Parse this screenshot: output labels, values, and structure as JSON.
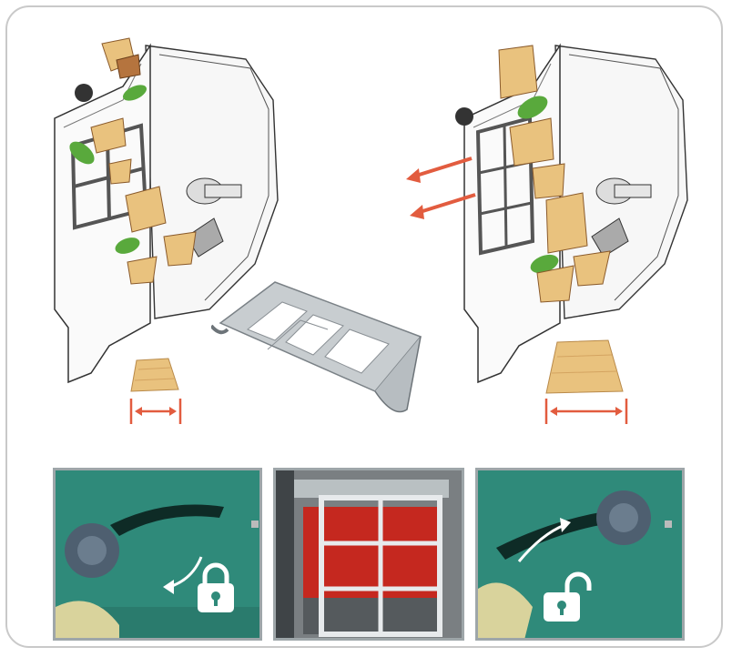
{
  "colors": {
    "arrow": "#e25c3f",
    "wood_light": "#e9c27e",
    "wood_dark": "#b5743e",
    "leaf": "#59a93c",
    "machine_teal": "#2f8a7a",
    "frame_border": "#c9c9c9",
    "photo_border": "#9ea6a9",
    "icon_white": "#ffffff"
  },
  "illustrations": {
    "left_chipper": "chipper-with-grid-small-chips",
    "right_chipper": "chipper-with-grid-removed-large-chips",
    "grid_part": "screen-grid-insert"
  },
  "chip_size_indicators": {
    "small": "small-chip-width-arrow",
    "large": "large-chip-width-arrow"
  },
  "photos": {
    "left": {
      "icon": "lock-closed-icon",
      "state": "locked"
    },
    "middle": {
      "subject": "grid-inserted-in-chute"
    },
    "right": {
      "icon": "lock-open-icon",
      "state": "unlocked"
    }
  }
}
